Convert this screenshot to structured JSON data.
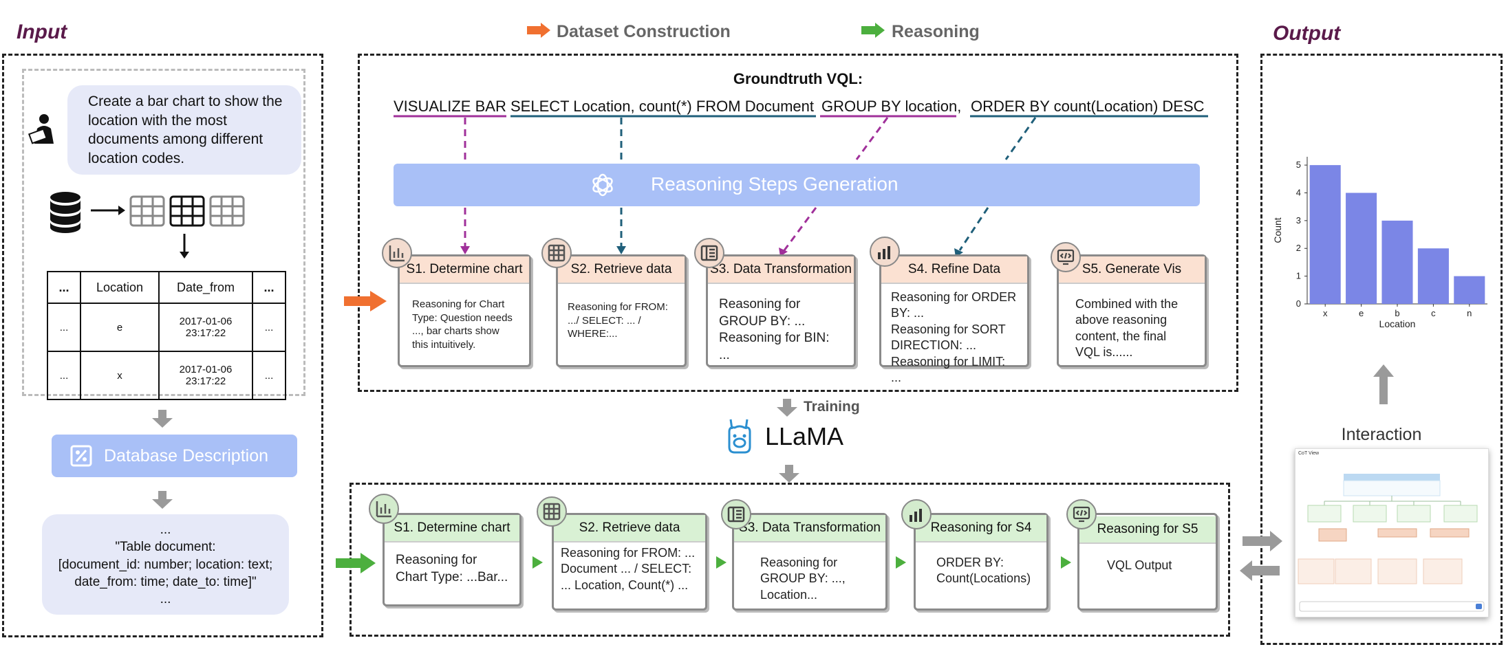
{
  "legend": {
    "dataset": "Dataset Construction",
    "reasoning": "Reasoning"
  },
  "colors": {
    "dataset_arrow": "#f07030",
    "reasoning_arrow": "#4caf3e",
    "title": "#5a1a4a",
    "banner": "#a9c0f7"
  },
  "input": {
    "title": "Input",
    "question": "Create a bar chart to show the location with the most documents among different location codes.",
    "table": {
      "headers": [
        "...",
        "Location",
        "Date_from",
        "..."
      ],
      "rows": [
        [
          "...",
          "e",
          "2017-01-06 23:17:22",
          "..."
        ],
        [
          "...",
          "x",
          "2017-01-06 23:17:22",
          "..."
        ]
      ]
    },
    "db_desc_label": "Database Description",
    "description": {
      "line1": "...",
      "line2": "\"Table document:",
      "line3": "[document_id: number; location: text;",
      "line4": "date_from: time; date_to: time]\"",
      "line5": "..."
    }
  },
  "dataset": {
    "gt_title": "Groundtruth VQL:",
    "vql": {
      "p1": "VISUALIZE BAR",
      "p2": "SELECT Location, count(*) FROM Document",
      "p3": "GROUP BY location",
      "p3_tail": ",",
      "p4": "ORDER BY count(Location) DESC"
    },
    "banner": "Reasoning Steps Generation",
    "steps": [
      {
        "title": "S1. Determine chart",
        "body": "Reasoning for Chart Type: Question needs ..., bar charts show this intuitively."
      },
      {
        "title": "S2. Retrieve data",
        "body": "Reasoning for FROM: .../ SELECT: ... / WHERE:..."
      },
      {
        "title": "S3. Data Transformation",
        "body": "Reasoning for GROUP BY: ...\nReasoning for BIN: ..."
      },
      {
        "title": "S4. Refine Data",
        "body": "Reasoning for ORDER BY: ...\nReasoning for SORT DIRECTION: ...\nReasoning for LIMIT: ..."
      },
      {
        "title": "S5. Generate Vis",
        "body": "Combined with the above reasoning content, the final VQL is......"
      }
    ]
  },
  "training_label": "Training",
  "llama_label": "LLaMA",
  "reasoning": {
    "steps": [
      {
        "title": "S1. Determine chart",
        "body": "Reasoning for Chart Type: ...Bar..."
      },
      {
        "title": "S2. Retrieve data",
        "body": "Reasoning for FROM: ... Document ... / SELECT: ... Location, Count(*) ..."
      },
      {
        "title": "S3. Data Transformation",
        "body": "Reasoning for GROUP BY: ..., Location..."
      },
      {
        "title": "Reasoning for S4",
        "body": "ORDER BY: Count(Locations)"
      },
      {
        "title": "Reasoning for S5",
        "body": "VQL Output"
      }
    ]
  },
  "output": {
    "title": "Output",
    "interaction": "Interaction",
    "cot_view_label": "CoT View"
  },
  "chart_data": {
    "type": "bar",
    "categories": [
      "x",
      "e",
      "b",
      "c",
      "n"
    ],
    "values": [
      5,
      4,
      3,
      2,
      1
    ],
    "xlabel": "Location",
    "ylabel": "Count",
    "ylim": [
      0,
      5.3
    ],
    "yticks": [
      0,
      1,
      2,
      3,
      4,
      5
    ],
    "color": "#7b86e6",
    "grid": false
  }
}
